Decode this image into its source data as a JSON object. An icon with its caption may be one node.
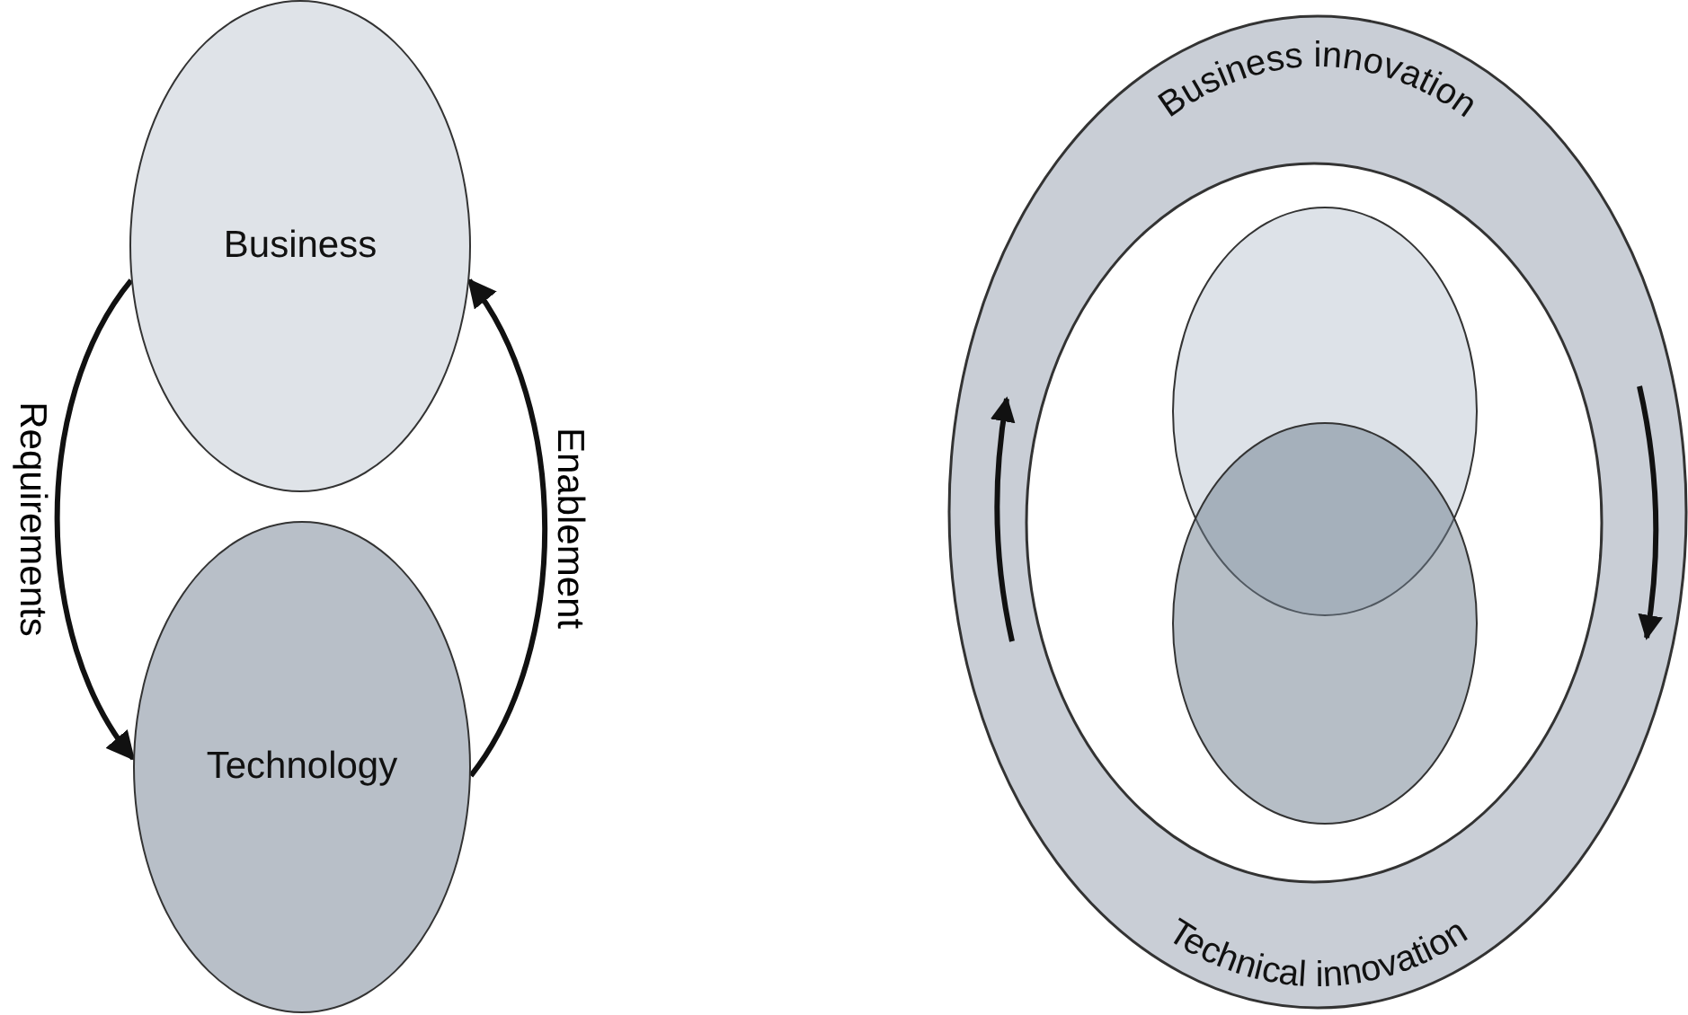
{
  "diagram": {
    "nodes": [
      {
        "text": [
          "Business"
        ]
      },
      {
        "text": [
          "Technology"
        ]
      },
      {
        "text": [
          "Business innovation",
          "Technical innovation"
        ]
      },
      {
        "text": [],
        "shape": "circle",
        "in": 2
      },
      {
        "text": [],
        "shape": "circle",
        "in": 2
      }
    ],
    "edges": [
      {
        "from": 0,
        "to": 1,
        "arrow": "to",
        "label": "Requirements"
      },
      {
        "from": 1,
        "to": 0,
        "arrow": "to",
        "label": "Enablement"
      }
    ]
  }
}
